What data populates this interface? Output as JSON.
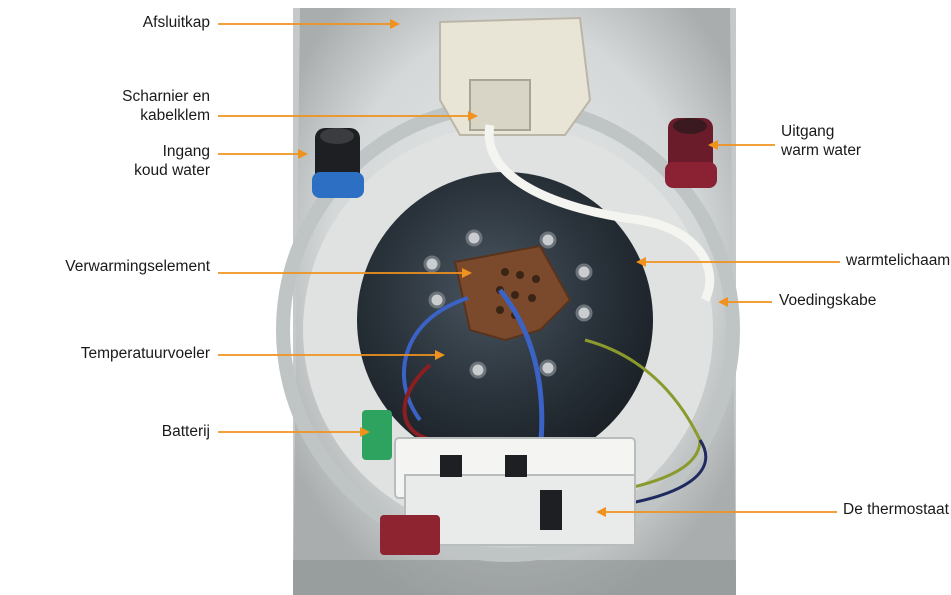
{
  "colors": {
    "leader": "#f0921e",
    "text": "#1a1a1a",
    "background": "#ffffff"
  },
  "labels": {
    "afsluitkap": {
      "lines": [
        "Afsluitkap"
      ]
    },
    "scharnier": {
      "lines": [
        "Scharnier en",
        "kabelklem"
      ]
    },
    "ingang": {
      "lines": [
        "Ingang",
        "koud water"
      ]
    },
    "verwarmingselement": {
      "lines": [
        "Verwarmingselement"
      ]
    },
    "temperatuurvoeler": {
      "lines": [
        "Temperatuurvoeler"
      ]
    },
    "batterij": {
      "lines": [
        "Batterij"
      ]
    },
    "uitgang": {
      "lines": [
        "Uitgang",
        "warm water"
      ]
    },
    "warmtelichaam": {
      "lines": [
        "warmtelichaam"
      ]
    },
    "voedingskabel": {
      "lines": [
        "Voedingskabe"
      ]
    },
    "thermostaat": {
      "lines": [
        "De thermostaat"
      ]
    }
  }
}
